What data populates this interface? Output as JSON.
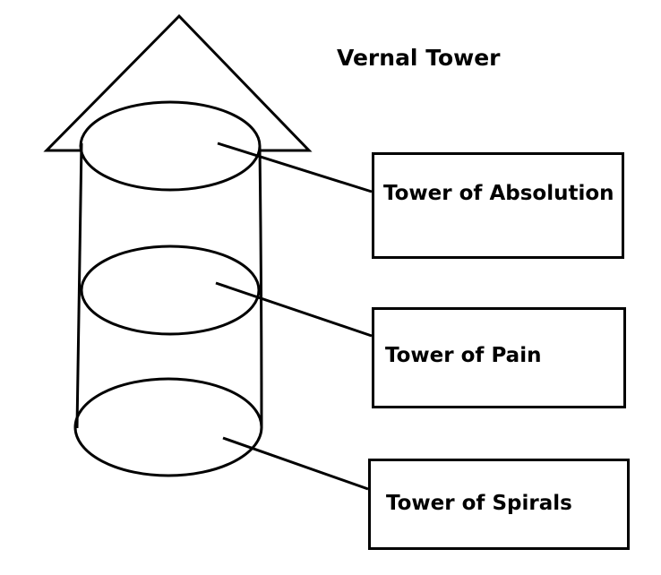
{
  "diagram": {
    "title": "Vernal Tower",
    "labels": {
      "top": "Tower of Absolution",
      "middle": "Tower of Pain",
      "bottom": "Tower of Spirals"
    }
  },
  "colors": {
    "stroke": "#000000",
    "background": "#ffffff"
  }
}
